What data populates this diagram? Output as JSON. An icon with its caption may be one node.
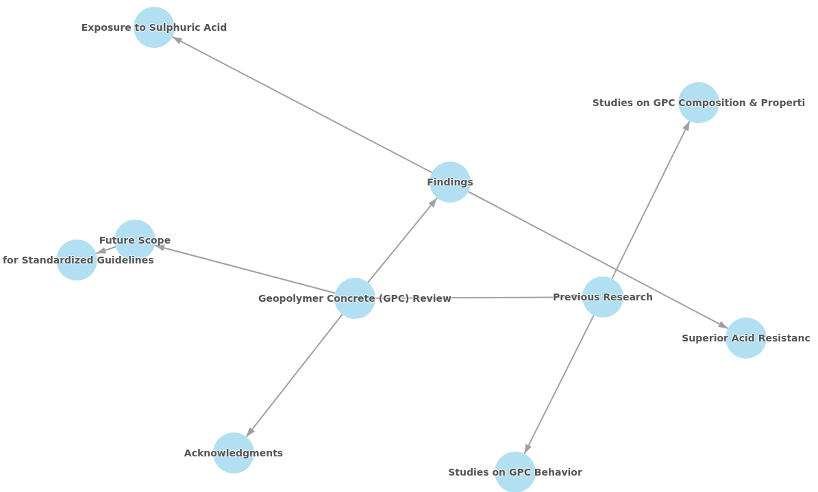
{
  "diagram": {
    "nodes": [
      {
        "text": [
          "Exposure to Sulphuric Acid"
        ]
      },
      {
        "text": [
          "Studies on GPC Composition & Properti"
        ]
      },
      {
        "text": [
          "Findings"
        ]
      },
      {
        "text": [
          "Future Scope"
        ]
      },
      {
        "text": [
          "for Standardized Guidelines"
        ]
      },
      {
        "text": [
          "Previous Research"
        ]
      },
      {
        "text": [
          "Geopolymer Concrete (GPC) Review"
        ]
      },
      {
        "text": [
          "Superior Acid Resistanc"
        ]
      },
      {
        "text": [
          "Acknowledgments"
        ]
      },
      {
        "text": [
          "Studies on GPC Behavior"
        ]
      }
    ],
    "edges": [
      {
        "from": 2,
        "to": 0,
        "arrow": "to"
      },
      {
        "from": 2,
        "to": 7,
        "arrow": "to"
      },
      {
        "from": 6,
        "to": 2,
        "arrow": "to"
      },
      {
        "from": 6,
        "to": 3,
        "arrow": "to"
      },
      {
        "from": 3,
        "to": 4,
        "arrow": "to"
      },
      {
        "from": 6,
        "to": 5,
        "arrow": "to"
      },
      {
        "from": 6,
        "to": 8,
        "arrow": "to"
      },
      {
        "from": 5,
        "to": 1,
        "arrow": "to"
      },
      {
        "from": 5,
        "to": 9,
        "arrow": "to"
      }
    ]
  }
}
